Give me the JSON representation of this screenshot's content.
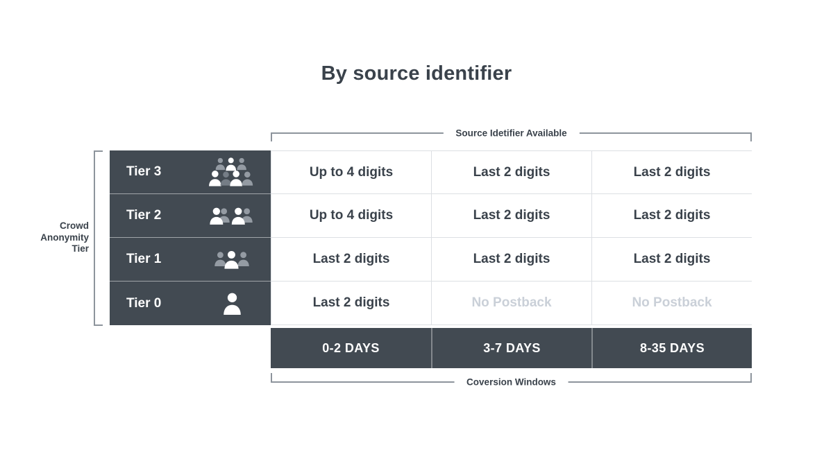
{
  "page": {
    "title": "By source identifier"
  },
  "colors": {
    "dark_cell": "#424a52",
    "text": "#3a424b",
    "muted_text": "#cad0d8",
    "grid_line": "#dcdfe3",
    "bracket_line": "#8d949c",
    "icon_white": "#ffffff",
    "icon_gray": "#949ba3",
    "icon_gray_dark": "#757d86"
  },
  "annotations": {
    "top_bracket_label": "Source Idetifier Available",
    "bottom_bracket_label": "Coversion Windows",
    "left_label_lines": [
      "Crowd",
      "Anonymity",
      "Tier"
    ]
  },
  "table": {
    "rows": [
      {
        "tier": "Tier 3",
        "icon": "crowd-7-icon",
        "cells": [
          {
            "text": "Up to 4 digits",
            "muted": false
          },
          {
            "text": "Last 2 digits",
            "muted": false
          },
          {
            "text": "Last 2 digits",
            "muted": false
          }
        ]
      },
      {
        "tier": "Tier 2",
        "icon": "group-4-icon",
        "cells": [
          {
            "text": "Up to 4 digits",
            "muted": false
          },
          {
            "text": "Last 2 digits",
            "muted": false
          },
          {
            "text": "Last 2 digits",
            "muted": false
          }
        ]
      },
      {
        "tier": "Tier 1",
        "icon": "group-3-icon",
        "cells": [
          {
            "text": "Last 2 digits",
            "muted": false
          },
          {
            "text": "Last 2 digits",
            "muted": false
          },
          {
            "text": "Last 2 digits",
            "muted": false
          }
        ]
      },
      {
        "tier": "Tier 0",
        "icon": "single-person-icon",
        "cells": [
          {
            "text": "Last 2 digits",
            "muted": false
          },
          {
            "text": "No Postback",
            "muted": true
          },
          {
            "text": "No Postback",
            "muted": true
          }
        ]
      }
    ],
    "footer": [
      "0-2 DAYS",
      "3-7 DAYS",
      "8-35 DAYS"
    ]
  }
}
